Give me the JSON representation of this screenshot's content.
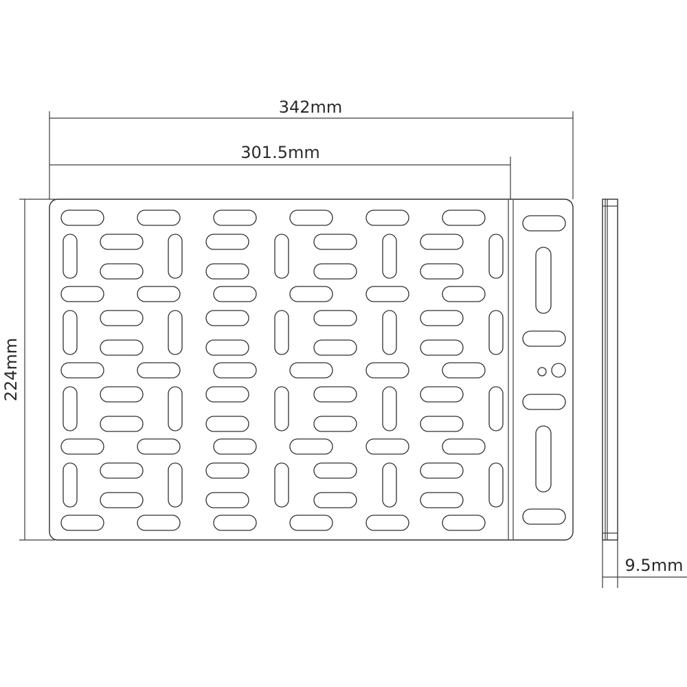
{
  "dimensions": {
    "overall_width": "342mm",
    "inner_width": "301.5mm",
    "height": "224mm",
    "thickness": "9.5mm"
  },
  "colors": {
    "stroke": "#2e2e2e",
    "background": "#ffffff"
  }
}
